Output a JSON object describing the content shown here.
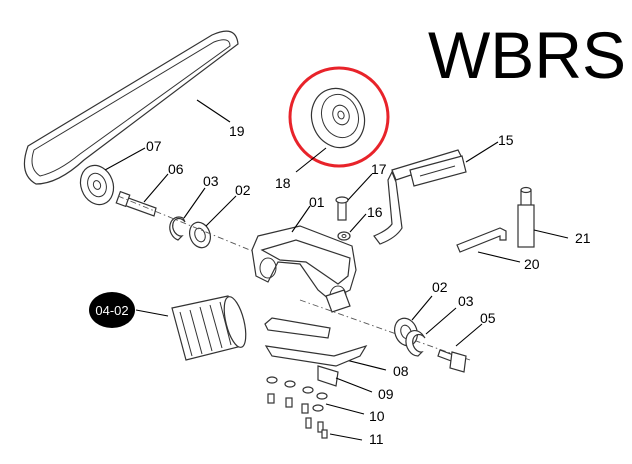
{
  "title": "WBRS",
  "labels": {
    "l19": "19",
    "l07": "07",
    "l06": "06",
    "l03a": "03",
    "l02a": "02",
    "l18": "18",
    "l17": "17",
    "l15": "15",
    "l16": "16",
    "l01": "01",
    "l21": "21",
    "l20": "20",
    "l0402": "04-02",
    "l02b": "02",
    "l03b": "03",
    "l05": "05",
    "l08": "08",
    "l09": "09",
    "l10": "10",
    "l11": "11"
  },
  "highlight": {
    "color": "#e8232a",
    "target_part": "18"
  },
  "badge": {
    "fill": "#000000",
    "text_color": "#ffffff"
  }
}
